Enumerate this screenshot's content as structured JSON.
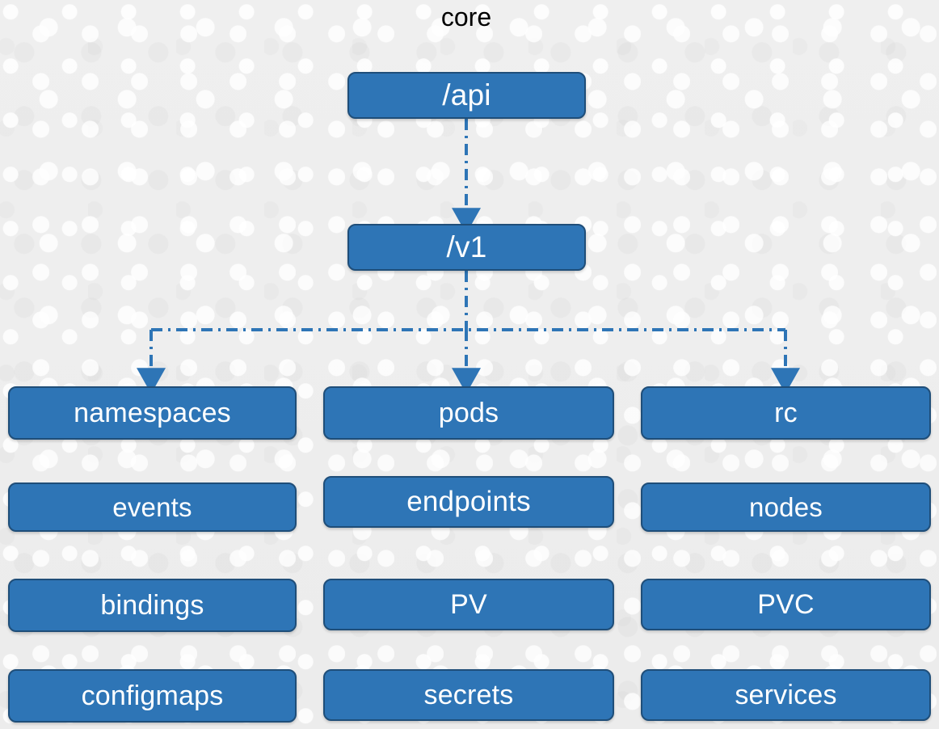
{
  "diagram": {
    "title": "core",
    "title_color": "#000000",
    "background_color": "#ededed",
    "node_fill_color": "#2e75b6",
    "node_border_color": "#1f4e79",
    "node_text_color": "#ffffff",
    "connector_color": "#2e75b6",
    "connector_style": "dash-dot"
  },
  "nodes": {
    "api": {
      "label": "/api"
    },
    "v1": {
      "label": "/v1"
    },
    "namespaces": {
      "label": "namespaces"
    },
    "pods": {
      "label": "pods"
    },
    "rc": {
      "label": "rc"
    },
    "events": {
      "label": "events"
    },
    "endpoints": {
      "label": "endpoints"
    },
    "nodes_res": {
      "label": "nodes"
    },
    "bindings": {
      "label": "bindings"
    },
    "pv": {
      "label": "PV"
    },
    "pvc": {
      "label": "PVC"
    },
    "configmaps": {
      "label": "configmaps"
    },
    "secrets": {
      "label": "secrets"
    },
    "services": {
      "label": "services"
    }
  },
  "chart_data": {
    "type": "diagram",
    "title": "core",
    "root": "/api",
    "edges": [
      {
        "from": "/api",
        "to": "/v1"
      },
      {
        "from": "/v1",
        "to": "namespaces"
      },
      {
        "from": "/v1",
        "to": "pods"
      },
      {
        "from": "/v1",
        "to": "rc"
      }
    ],
    "columns": [
      {
        "name": "left",
        "items": [
          "namespaces",
          "events",
          "bindings",
          "configmaps"
        ]
      },
      {
        "name": "center",
        "items": [
          "pods",
          "endpoints",
          "PV",
          "secrets"
        ]
      },
      {
        "name": "right",
        "items": [
          "rc",
          "nodes",
          "PVC",
          "services"
        ]
      }
    ],
    "resource_count": 12
  }
}
